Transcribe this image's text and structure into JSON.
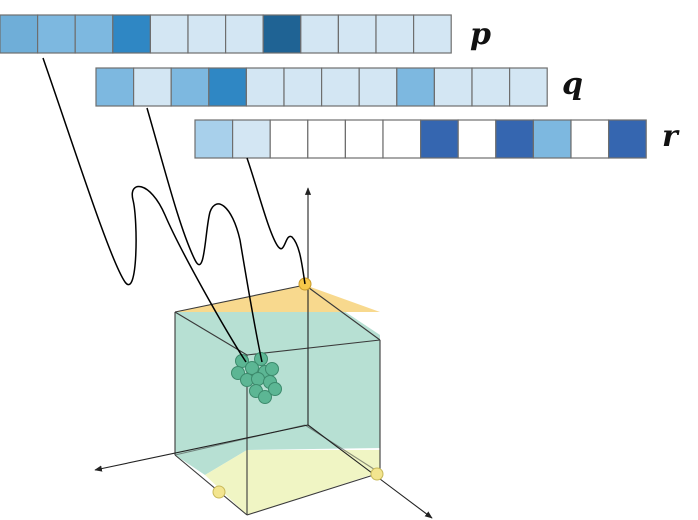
{
  "vectors": [
    {
      "label": "p",
      "cells": [
        "#6faed8",
        "#7db8e0",
        "#7db8e0",
        "#2f87c4",
        "#d3e6f3",
        "#d3e6f3",
        "#d3e6f3",
        "#1f6394",
        "#d3e6f3",
        "#d3e6f3",
        "#d3e6f3",
        "#d3e6f3"
      ]
    },
    {
      "label": "q",
      "cells": [
        "#7db8e0",
        "#d3e6f3",
        "#7db8e0",
        "#2f87c4",
        "#d3e6f3",
        "#d3e6f3",
        "#d3e6f3",
        "#d3e6f3",
        "#7db8e0",
        "#d3e6f3",
        "#d3e6f3",
        "#d3e6f3"
      ]
    },
    {
      "label": "r",
      "cells": [
        "#a8d0eb",
        "#d3e6f3",
        "#ffffff",
        "#ffffff",
        "#ffffff",
        "#ffffff",
        "#3566b0",
        "#ffffff",
        "#3566b0",
        "#7db8e0",
        "#ffffff",
        "#3566b0"
      ]
    }
  ],
  "colors": {
    "cell_border": "#6e6e6e",
    "simplex_face": "#b7e0d3",
    "top_face": "#f8d98e",
    "bottom_face": "#f0f5c4",
    "cluster_point": "#5cb694",
    "vertex_point": "#f3e58f",
    "top_vertex": "#f6c84a",
    "edge": "#333333",
    "curve": "#000000"
  },
  "icons": {
    "cluster": "point-cluster",
    "axis_arrow": "arrowhead"
  }
}
